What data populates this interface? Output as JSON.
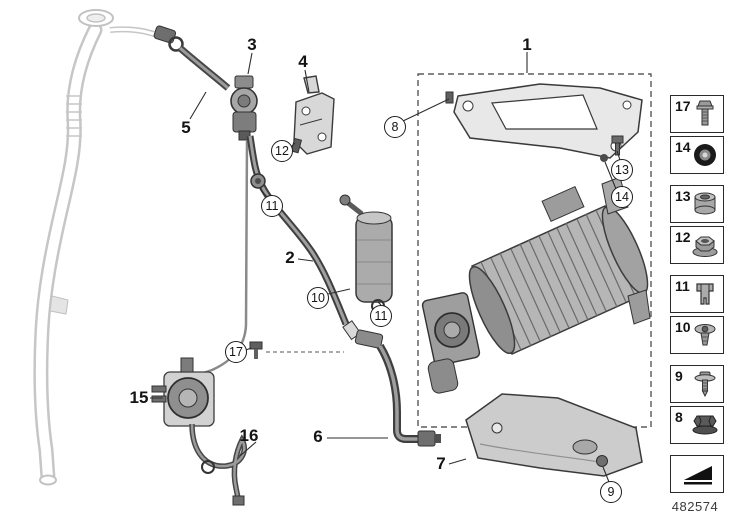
{
  "diagram": {
    "part_number": "482574",
    "callouts": [
      {
        "label": "1",
        "style": "plain"
      },
      {
        "label": "3",
        "style": "plain"
      },
      {
        "label": "4",
        "style": "plain"
      },
      {
        "label": "5",
        "style": "plain"
      },
      {
        "label": "2",
        "style": "plain"
      },
      {
        "label": "6",
        "style": "plain"
      },
      {
        "label": "7",
        "style": "plain"
      },
      {
        "label": "15",
        "style": "plain"
      },
      {
        "label": "16",
        "style": "plain"
      },
      {
        "label": "8",
        "style": "circled"
      },
      {
        "label": "12",
        "style": "circled"
      },
      {
        "label": "11",
        "style": "circled"
      },
      {
        "label": "10",
        "style": "circled"
      },
      {
        "label": "11",
        "style": "circled"
      },
      {
        "label": "17",
        "style": "circled"
      },
      {
        "label": "13",
        "style": "circled"
      },
      {
        "label": "14",
        "style": "circled"
      },
      {
        "label": "9",
        "style": "circled"
      }
    ],
    "legend": {
      "items": [
        {
          "number": "17",
          "icon": "hex-bolt-icon"
        },
        {
          "number": "14",
          "icon": "grommet-icon"
        },
        {
          "number": "13",
          "icon": "bushing-icon"
        },
        {
          "number": "12",
          "icon": "flange-nut-icon"
        },
        {
          "number": "11",
          "icon": "clip-icon"
        },
        {
          "number": "10",
          "icon": "push-rivet-icon"
        },
        {
          "number": "9",
          "icon": "washer-screw-icon"
        },
        {
          "number": "8",
          "icon": "flange-nut-side-icon"
        }
      ],
      "direction_marker_icon": "direction-arrow-icon"
    },
    "colors": {
      "line_dark": "#3a3a3a",
      "pipe_light": "#c6c6c6",
      "metal_gray": "#b6b6b6"
    }
  }
}
